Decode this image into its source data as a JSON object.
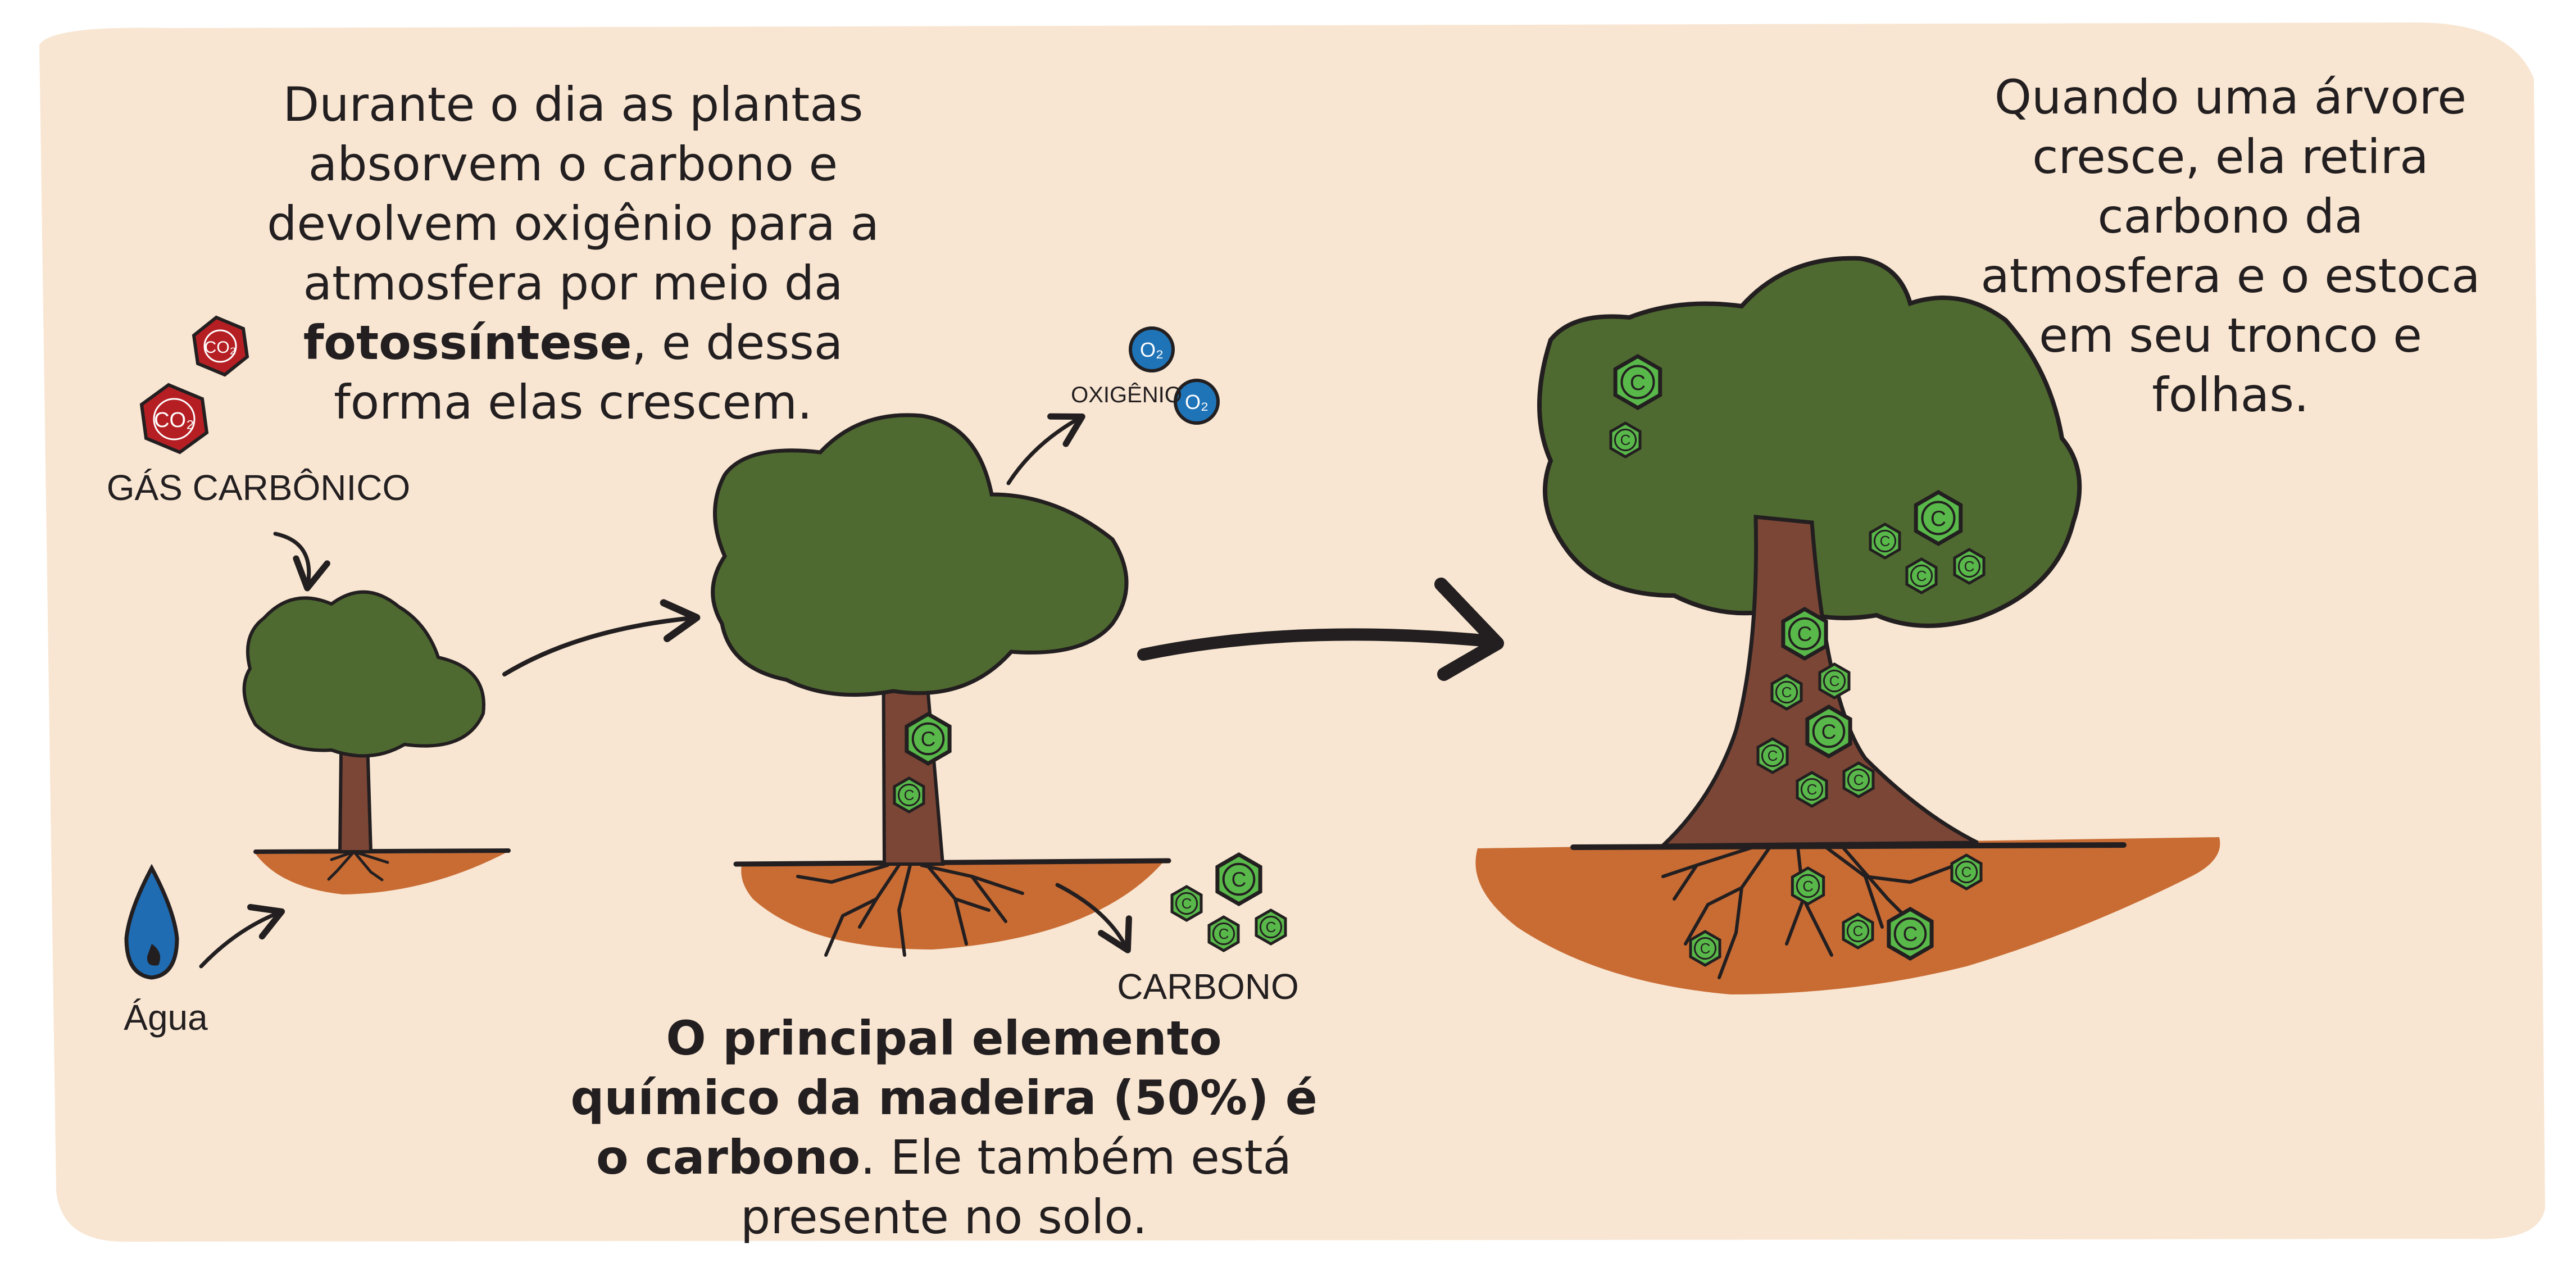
{
  "texts": {
    "day_l1": "Durante o dia as plantas",
    "day_l2": "absorvem o carbono e",
    "day_l3": "devolvem oxigênio para a",
    "day_l4": "atmosfera por meio da",
    "day_l5_bold": "fotossíntese",
    "day_l5_rest": ", e dessa",
    "day_l6": "forma elas crescem.",
    "grow_l1": "Quando uma árvore",
    "grow_l2": "cresce, ela retira",
    "grow_l3": "carbono da",
    "grow_l4": "atmosfera e o estoca",
    "grow_l5": "em seu tronco e",
    "grow_l6": "folhas.",
    "wood_l1_bold": "O principal elemento",
    "wood_l2_bold": "químico da madeira (50%) é",
    "wood_l3_bold": "o carbono",
    "wood_l3_rest": ". Ele também está",
    "wood_l4": "presente no solo.",
    "label_co2_gas": "GÁS CARBÔNICO",
    "label_water": "Água",
    "label_oxygen": "OXIGÊNIO",
    "label_carbon": "CARBONO",
    "co2_mark": "CO₂",
    "o2_mark": "O₂",
    "carbon_mark": "C"
  },
  "colors": {
    "background_panel": "#f8e6d2",
    "foliage": "#4f6a30",
    "trunk": "#7b4636",
    "soil": "#c96c34",
    "carbon_hex": "#59b84a",
    "co2_hex": "#b51f24",
    "oxygen_dot": "#1f73b7",
    "water_drop": "#1f6cb3",
    "outline": "#231f20"
  }
}
